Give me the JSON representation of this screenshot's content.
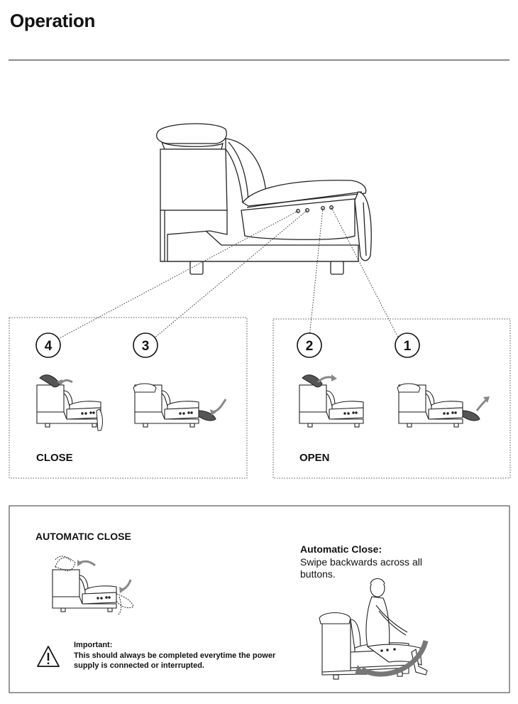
{
  "page": {
    "title": "Operation"
  },
  "panels": {
    "close": {
      "label": "CLOSE",
      "steps": [
        "4",
        "3"
      ]
    },
    "open": {
      "label": "OPEN",
      "steps": [
        "2",
        "1"
      ]
    }
  },
  "automatic": {
    "heading": "AUTOMATIC CLOSE",
    "title": "Automatic Close:",
    "description": "Swipe backwards across all buttons.",
    "important_title": "Important:",
    "important_text": "This should always be completed everytime the power supply is connected or interrupted."
  },
  "icons": {
    "warning": "warning-triangle-icon"
  },
  "colors": {
    "line": "#222222",
    "arrow_gray": "#888888",
    "cushion_gray": "#555555"
  }
}
